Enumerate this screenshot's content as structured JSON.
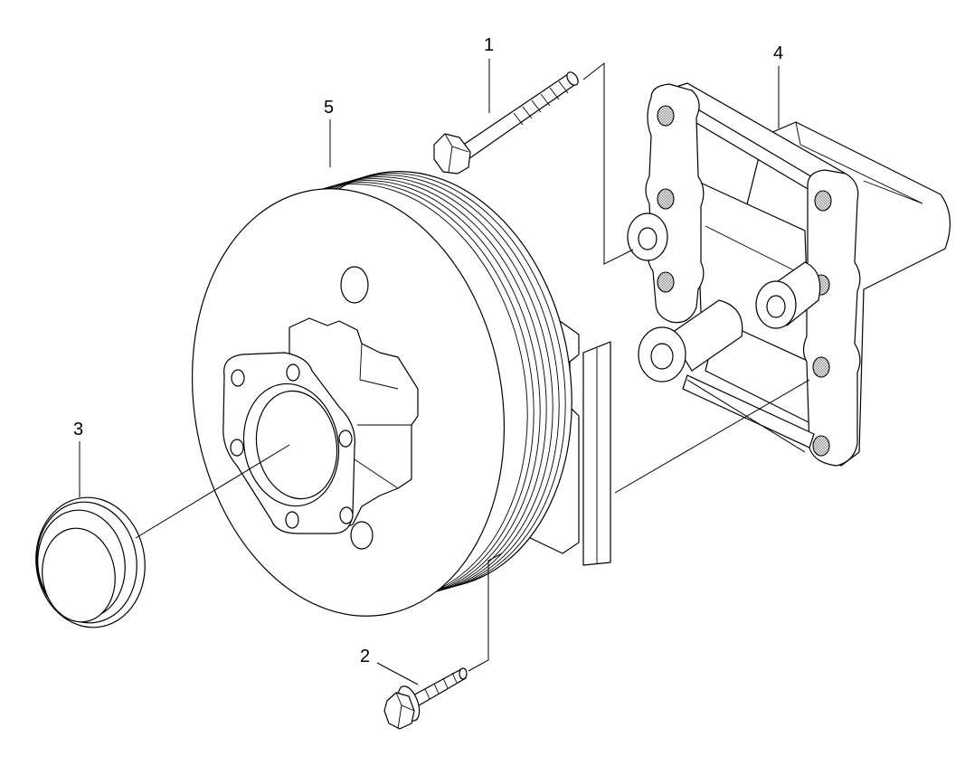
{
  "callouts": [
    {
      "id": "part-1",
      "label": "1",
      "part": "hex-bolt-long"
    },
    {
      "id": "part-2",
      "label": "2",
      "part": "flange-bolt-short"
    },
    {
      "id": "part-3",
      "label": "3",
      "part": "cap"
    },
    {
      "id": "part-4",
      "label": "4",
      "part": "bracket-housing"
    },
    {
      "id": "part-5",
      "label": "5",
      "part": "pulley"
    }
  ],
  "colors": {
    "line": "#000000",
    "background": "#ffffff",
    "mesh": "#9a9a9a"
  }
}
